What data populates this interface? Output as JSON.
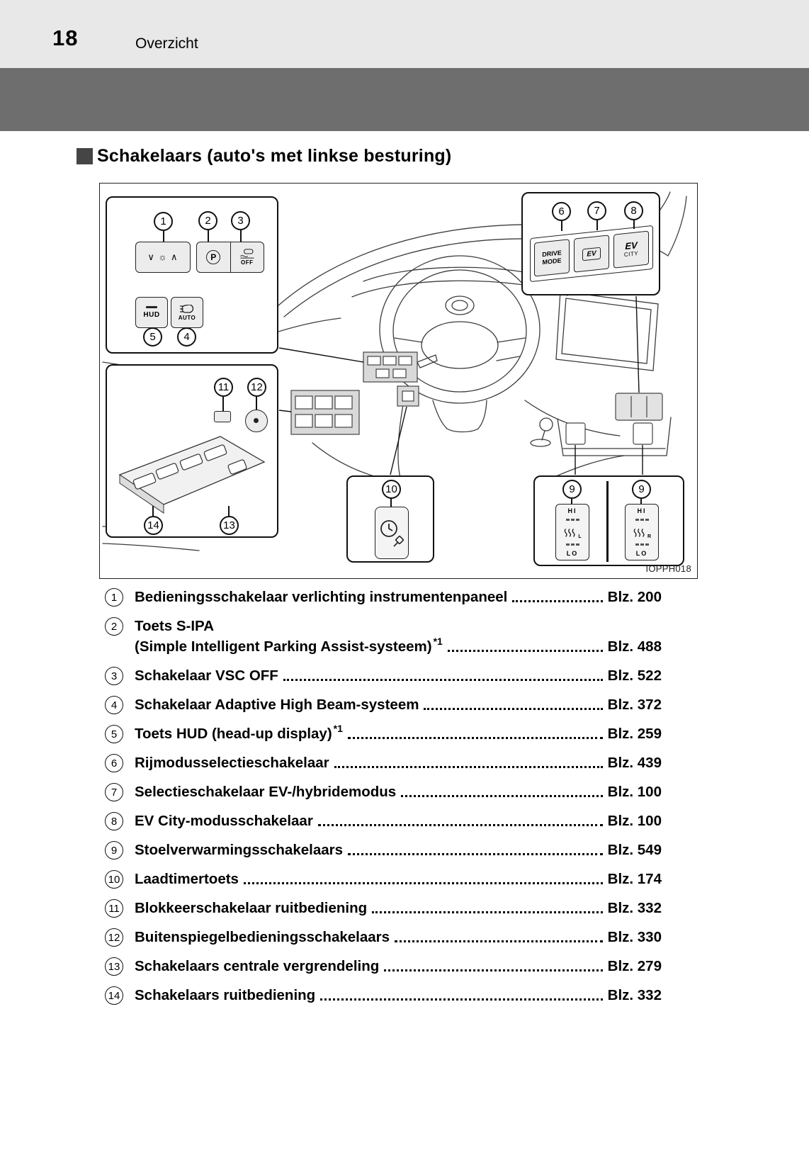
{
  "header": {
    "page_number": "18",
    "section_title": "Overzicht"
  },
  "heading": {
    "title": "Schakelaars (auto's met linkse besturing)"
  },
  "figure": {
    "code": "IOPPH018",
    "callouts": [
      "1",
      "2",
      "3",
      "4",
      "5",
      "6",
      "7",
      "8",
      "9",
      "10",
      "11",
      "12",
      "13",
      "14"
    ],
    "buttons": {
      "dimmer_icon": "∨ ☼ ∧",
      "sipa_icon": "P",
      "vsc_off_label": "OFF",
      "hud_label": "HUD",
      "auto_label": "AUTO",
      "drive_label": "DRIVE",
      "mode_label": "MODE",
      "ev_label": "EV",
      "ev_city_top": "EV",
      "ev_city_bottom": "CITY",
      "hi_label": "HI",
      "lo_label": "LO",
      "seat_left_sub": "L",
      "seat_right_sub": "R"
    }
  },
  "list": {
    "items": [
      {
        "num": "1",
        "text": "Bedieningsschakelaar verlichting instrumentenpaneel",
        "page": "Blz. 200"
      },
      {
        "num": "2",
        "text": "Toets S-IPA",
        "text2": "(Simple Intelligent Parking Assist-systeem)",
        "sup": "*1",
        "page": "Blz. 488"
      },
      {
        "num": "3",
        "text": "Schakelaar VSC OFF",
        "page": "Blz. 522"
      },
      {
        "num": "4",
        "text": "Schakelaar Adaptive High Beam-systeem",
        "page": "Blz. 372"
      },
      {
        "num": "5",
        "text": "Toets HUD (head-up display)",
        "sup": "*1",
        "page": "Blz. 259"
      },
      {
        "num": "6",
        "text": "Rijmodusselectieschakelaar",
        "page": "Blz. 439"
      },
      {
        "num": "7",
        "text": "Selectieschakelaar EV-/hybridemodus",
        "page": "Blz. 100"
      },
      {
        "num": "8",
        "text": "EV City-modusschakelaar",
        "page": "Blz. 100"
      },
      {
        "num": "9",
        "text": "Stoelverwarmingsschakelaars",
        "page": "Blz. 549"
      },
      {
        "num": "10",
        "text": "Laadtimertoets",
        "page": "Blz. 174"
      },
      {
        "num": "11",
        "text": "Blokkeerschakelaar ruitbediening",
        "page": "Blz. 332"
      },
      {
        "num": "12",
        "text": "Buitenspiegelbedieningsschakelaars",
        "page": "Blz. 330"
      },
      {
        "num": "13",
        "text": "Schakelaars centrale vergrendeling",
        "page": "Blz. 279"
      },
      {
        "num": "14",
        "text": "Schakelaars ruitbediening",
        "page": "Blz. 332"
      }
    ]
  }
}
